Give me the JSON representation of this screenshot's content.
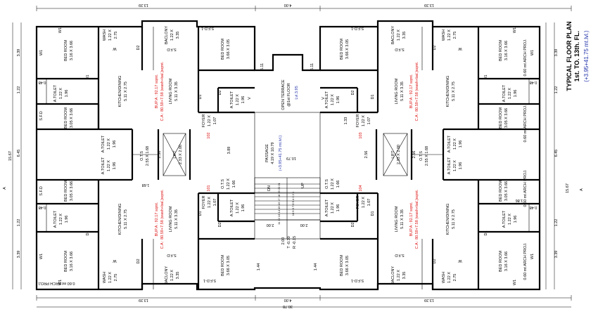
{
  "title": {
    "line1": "TYPICAL FLOOR PLAN",
    "line2": "1st. TO. 13th. FL.",
    "line3": "(+3.95+41.75 mt.lvl.)"
  },
  "dims": {
    "top_left": "13.39",
    "top_mid": "4.00",
    "top_right": "13.39",
    "bot_left": "13.39",
    "bot_mid": "4.00",
    "bot_right": "13.39",
    "bottom_total": "30.78",
    "left_total": "15.67",
    "right_total": "15.67",
    "left_339_top": "3.39",
    "left_122_top": "1.22",
    "left_645": "6.45",
    "left_122_bot": "1.22",
    "left_339_bot": "3.39",
    "right_339_top": "3.39",
    "right_122_top": "1.22",
    "right_645": "6.45",
    "right_122_bot": "1.22",
    "right_339_bot": "3.39",
    "mid_511_l": "5.11",
    "mid_511_r": "5.11",
    "passage_389": "3.89",
    "lift_256_l": "2.56",
    "lift_256_r": "2.56",
    "mid_200_l": "2.00",
    "mid_200_r": "2.00",
    "stair_200": "2.00",
    "mid_144_l": "1.44",
    "mid_144_r": "1.44",
    "otb_168": "1.68",
    "otb_133": "1.33",
    "otb_166": "1.66",
    "stair_1079": "10.79"
  },
  "rooms": {
    "bed_master": "BED ROOM",
    "bed_master_dim": "3.16 X 3.66",
    "bed_2": "BED ROOM",
    "bed_2_dim": "3.05 X 3.66",
    "bed_3": "BED ROOM",
    "bed_3_dim": "3.66 X 3.05",
    "kitchen": "KITCHEN/DINING",
    "kitchen_dim": "5.11 X 2.75",
    "living": "LIVING ROOM",
    "living_dim": "5.11 X 3.35",
    "wash": "WASH",
    "wash_dim1": "1.22 X",
    "wash_dim2": "2.75",
    "balcony": "BACLONY",
    "balcony_dim1": "1.22 X",
    "balcony_dim2": "3.35",
    "toilet": "A.TOILET",
    "toilet_dim1": "1.22 X",
    "toilet_dim2": "1.96",
    "foyer": "FOYER",
    "foyer_dim1": "1.22 X",
    "foyer_dim2": "1.07",
    "ots": "O.T.S",
    "ots_dim": "2.55 X 1.68",
    "lift": "LIFT",
    "lift_dim": "2.33 X 2.00",
    "passage": "PASSAGE",
    "passage_dim": "4.19 X 10.79",
    "terrace1": "OPEN TERRACE",
    "terrace2": "@1st FLOOR",
    "terrace_lvl": "Lvl.3.95",
    "lvl_note": "(+3.95+41.75 mt.lvl.)",
    "arch": "0.60 mt ARCH PROJ.",
    "arch_bottom": "0.60 mt ARCH PROJ.",
    "sfd": "S.F.D",
    "sfd1": "S.F.D-1",
    "bup": "BUP.A : 92.17 sqmt.",
    "ca": "C.A : 80.59+7.58 (wash+bal.)sqmt.",
    "dn": "DN",
    "up": "UP",
    "stair_t": "T -0.30",
    "stair_r": "R -0.15",
    "unit101": "101",
    "unit102": "102",
    "unit103": "103",
    "unit104": "104",
    "d1": "D1",
    "d2": "D2",
    "w": "W",
    "w1": "W1",
    "v": "V",
    "toilet_048": "0.48",
    "toilet_186": "1.86",
    "stair_nums_top": "11 12 13 14 15 16 17 18 19 20 21",
    "stair_nums_bot": "10 9 8 7 6 5 4 3 2 1"
  }
}
